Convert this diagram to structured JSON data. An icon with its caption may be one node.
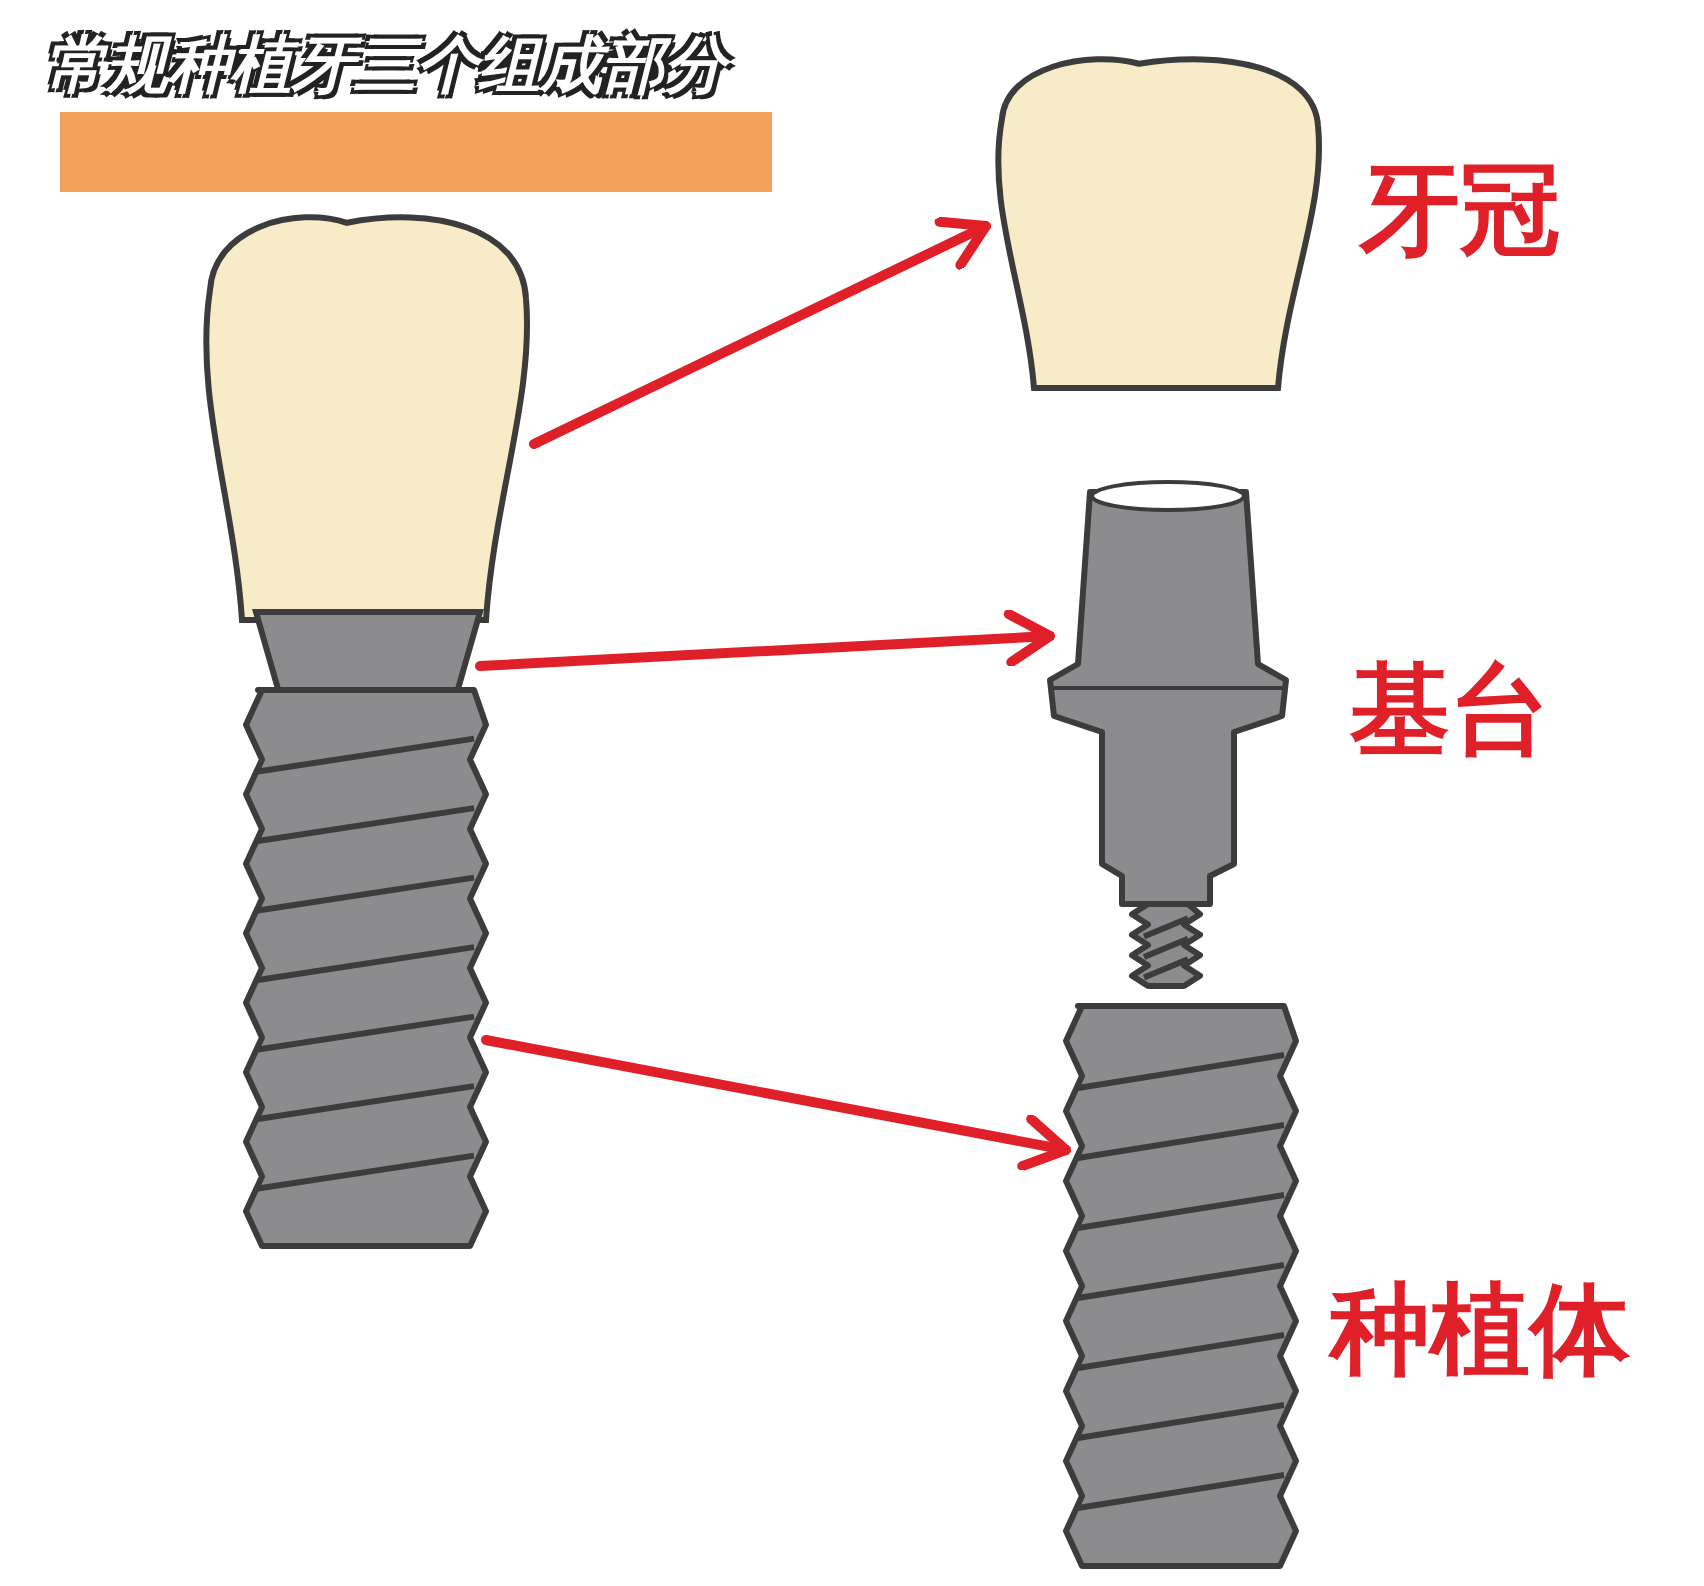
{
  "diagram": {
    "title": "常规种植牙三个组成部分",
    "nodes": [
      {
        "text": [],
        "shape": "tooth"
      },
      {
        "text": [],
        "shape": "trapezoid"
      },
      {
        "text": [],
        "shape": "picture"
      },
      {
        "text": [],
        "shape": "tooth",
        "beside": [
          "牙冠"
        ]
      },
      {
        "text": [],
        "shape": "picture",
        "beside": [
          "基台"
        ]
      },
      {
        "text": [],
        "shape": "picture",
        "beside": [
          "种植体"
        ]
      }
    ],
    "edges": [
      {
        "from": 0,
        "to": 3,
        "arrow": "to"
      },
      {
        "from": 1,
        "to": 4,
        "arrow": "to"
      },
      {
        "from": 2,
        "to": 5,
        "arrow": "to"
      }
    ]
  }
}
